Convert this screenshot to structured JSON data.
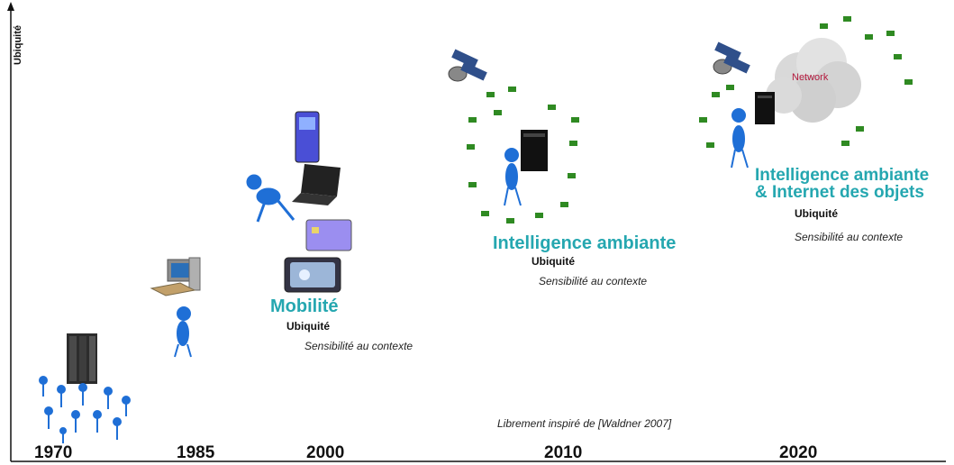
{
  "axis": {
    "label": "Ubiquité"
  },
  "years": [
    "1970",
    "1985",
    "2000",
    "2010",
    "2020"
  ],
  "eras": [
    {
      "title": "Mobilité",
      "ubiquity": "Ubiquité",
      "context": "Sensibilité au contexte"
    },
    {
      "title": "Intelligence ambiante",
      "ubiquity": "Ubiquité",
      "context": "Sensibilité au contexte"
    },
    {
      "title_line1": "Intelligence ambiante",
      "title_line2": "& Internet des objets",
      "ubiquity": "Ubiquité",
      "context": "Sensibilité au contexte"
    }
  ],
  "cloud_label": "Network",
  "source_note": "Librement inspiré de [Waldner 2007]",
  "colors": {
    "title": "#25a7b0",
    "person": "#1f6fd6",
    "sensor": "#2f8a22"
  }
}
